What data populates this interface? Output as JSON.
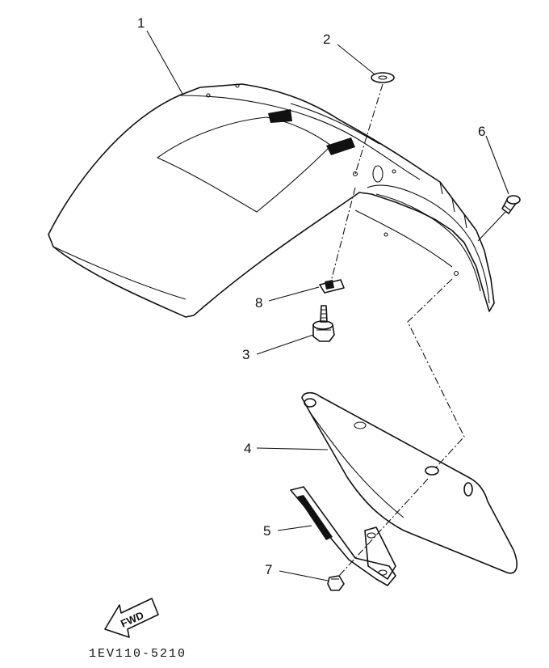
{
  "diagram": {
    "callouts": [
      "1",
      "2",
      "3",
      "4",
      "5",
      "6",
      "7",
      "8"
    ],
    "fwd_label": "FWD",
    "figure_code": "1EV110-5210"
  }
}
